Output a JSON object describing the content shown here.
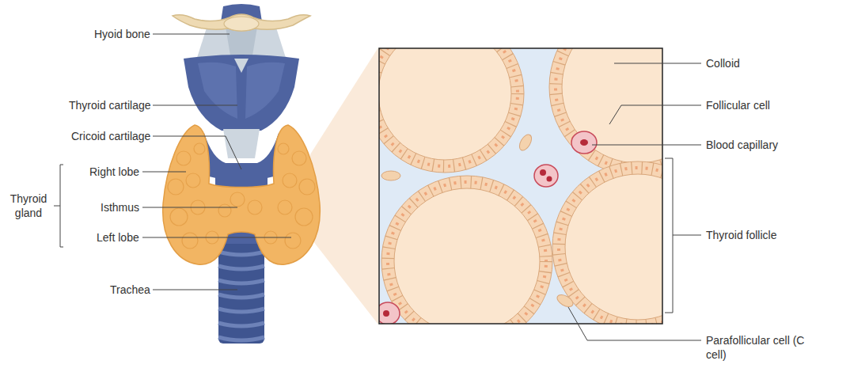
{
  "diagram": {
    "labels": [
      "Hyoid bone",
      "Thyroid cartilage",
      "Cricoid cartilage",
      "Right lobe",
      "Thyroid gland",
      "Isthmus",
      "Left lobe",
      "Trachea",
      "Colloid",
      "Follicular cell",
      "Blood capillary",
      "Thyroid follicle",
      "Parafollicular cell (C cell)"
    ]
  }
}
